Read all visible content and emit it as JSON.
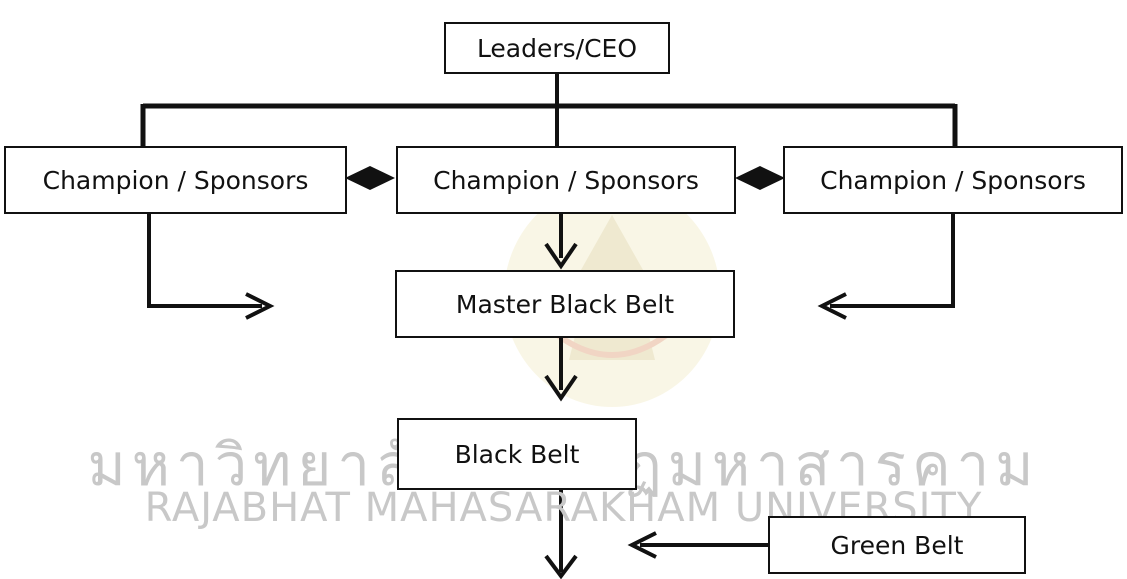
{
  "diagram": {
    "top": {
      "label": "Leaders/CEO"
    },
    "champions": [
      {
        "label": "Champion / Sponsors"
      },
      {
        "label": "Champion / Sponsors"
      },
      {
        "label": "Champion / Sponsors"
      }
    ],
    "master_black_belt": {
      "label": "Master Black Belt"
    },
    "black_belt": {
      "label": "Black Belt"
    },
    "green_belt": {
      "label": "Green Belt"
    }
  },
  "watermark": {
    "line1": "มหาวิทยาลัยราชภัฏมหาสารคาม",
    "line2": "RAJABHAT MAHASARAKHAM UNIVERSITY"
  },
  "colors": {
    "ink": "#111111",
    "watermark_text": "#c8c8c8",
    "watermark_seal": "#d9cf9a"
  }
}
